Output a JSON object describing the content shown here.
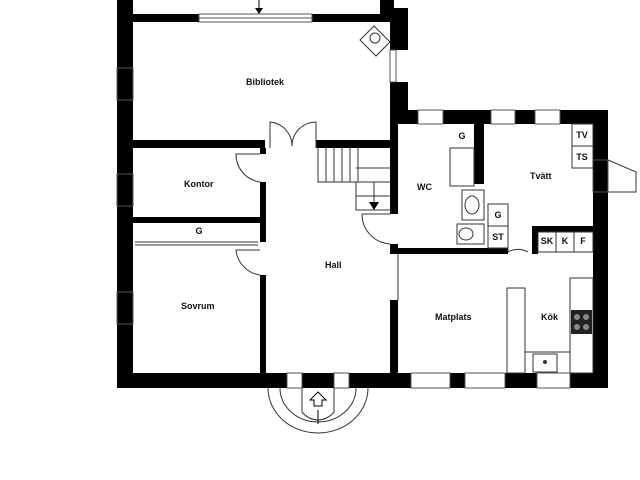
{
  "rooms": {
    "bibliotek": "Bibliotek",
    "kontor": "Kontor",
    "sovrum": "Sovrum",
    "hall": "Hall",
    "wc": "WC",
    "tvatt": "Tvätt",
    "matplats": "Matplats",
    "kok": "Kök"
  },
  "fixtures": {
    "g_wc": "G",
    "g_sovrum": "G",
    "g_closet": "G",
    "st": "ST",
    "tv": "TV",
    "ts": "TS",
    "sk": "SK",
    "k": "K",
    "f": "F"
  },
  "colors": {
    "wall": "#000000",
    "line": "#333333",
    "background": "#ffffff"
  }
}
